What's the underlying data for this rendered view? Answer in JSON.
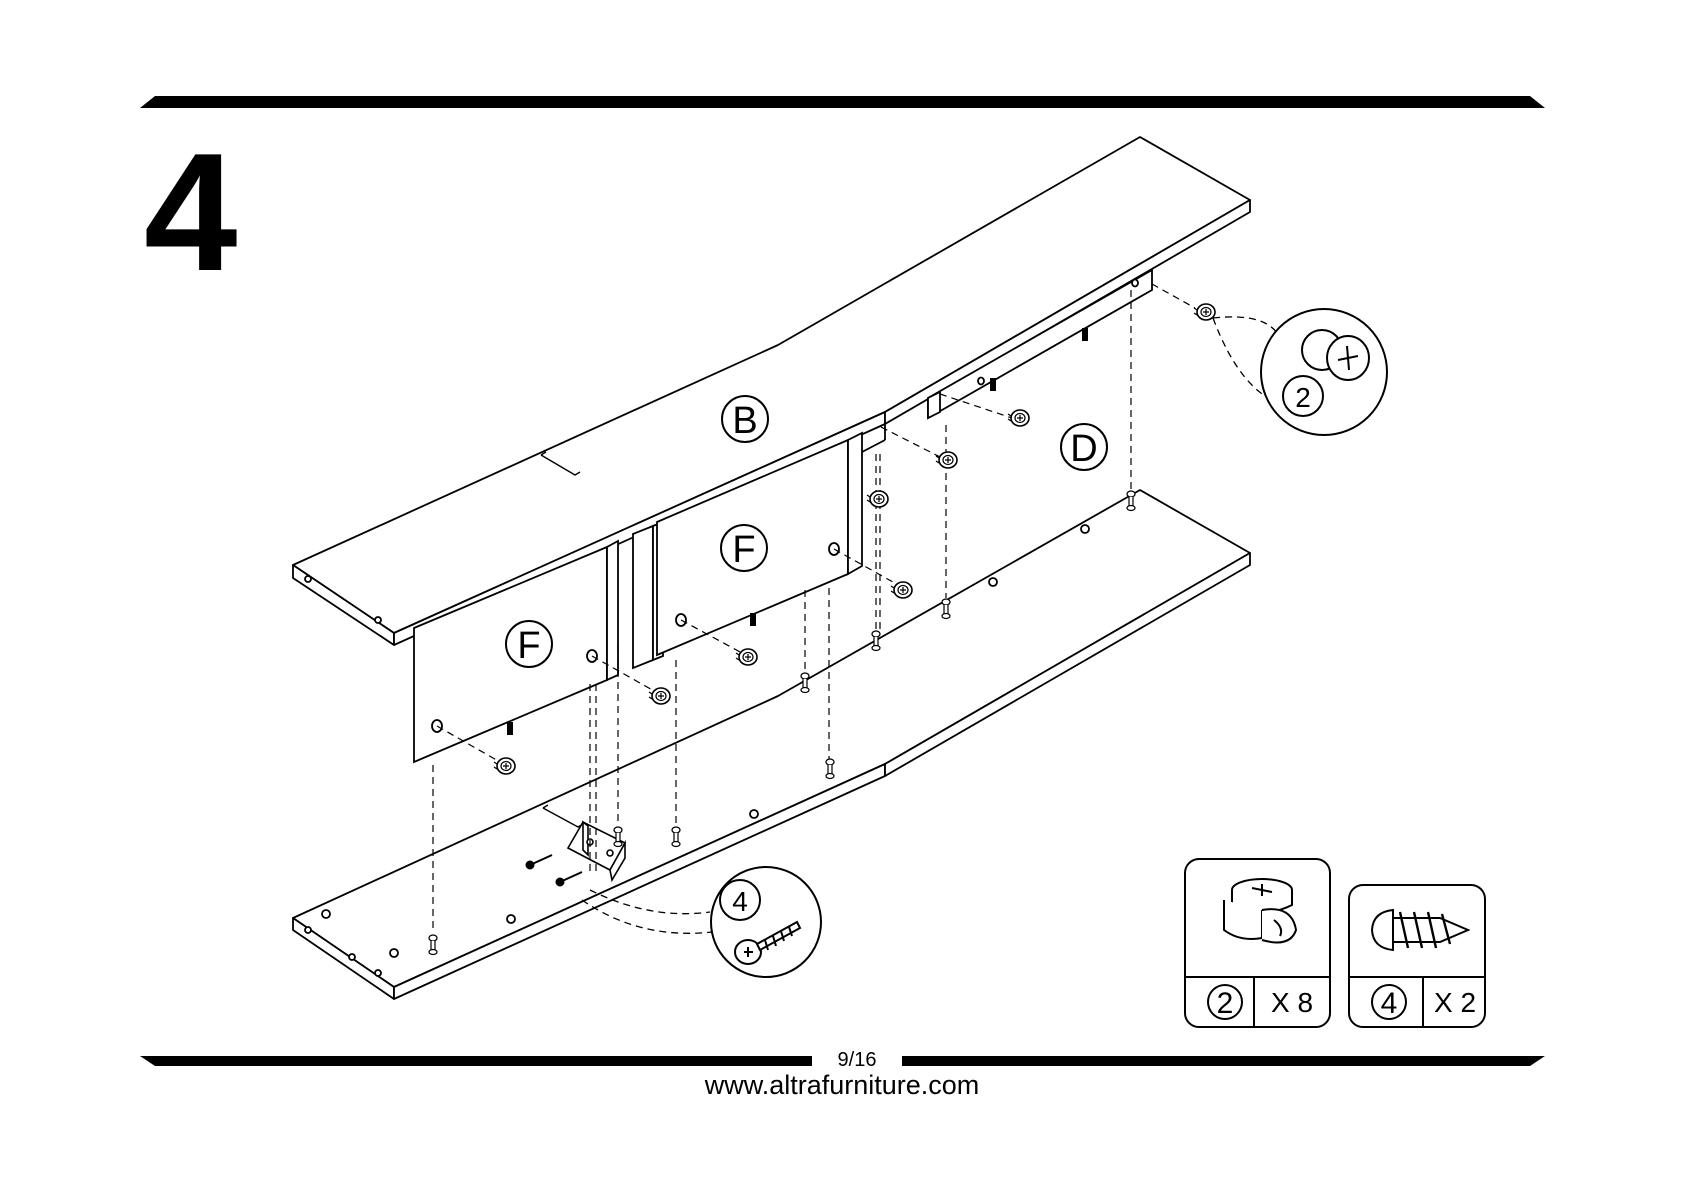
{
  "step": {
    "number": "4"
  },
  "labels": {
    "top_panel": "B",
    "left_divider": "F",
    "middle_divider": "F",
    "right_panel": "D"
  },
  "callouts": {
    "cam_lock_number": "2",
    "screw_number": "4"
  },
  "hardware_legend": [
    {
      "number": "2",
      "quantity": "X 8",
      "icon": "cam-lock-icon"
    },
    {
      "number": "4",
      "quantity": "X 2",
      "icon": "screw-icon"
    }
  ],
  "footer": {
    "page": "9/16",
    "website": "www.altrafurniture.com"
  },
  "colors": {
    "line": "#000000",
    "background": "#ffffff"
  }
}
